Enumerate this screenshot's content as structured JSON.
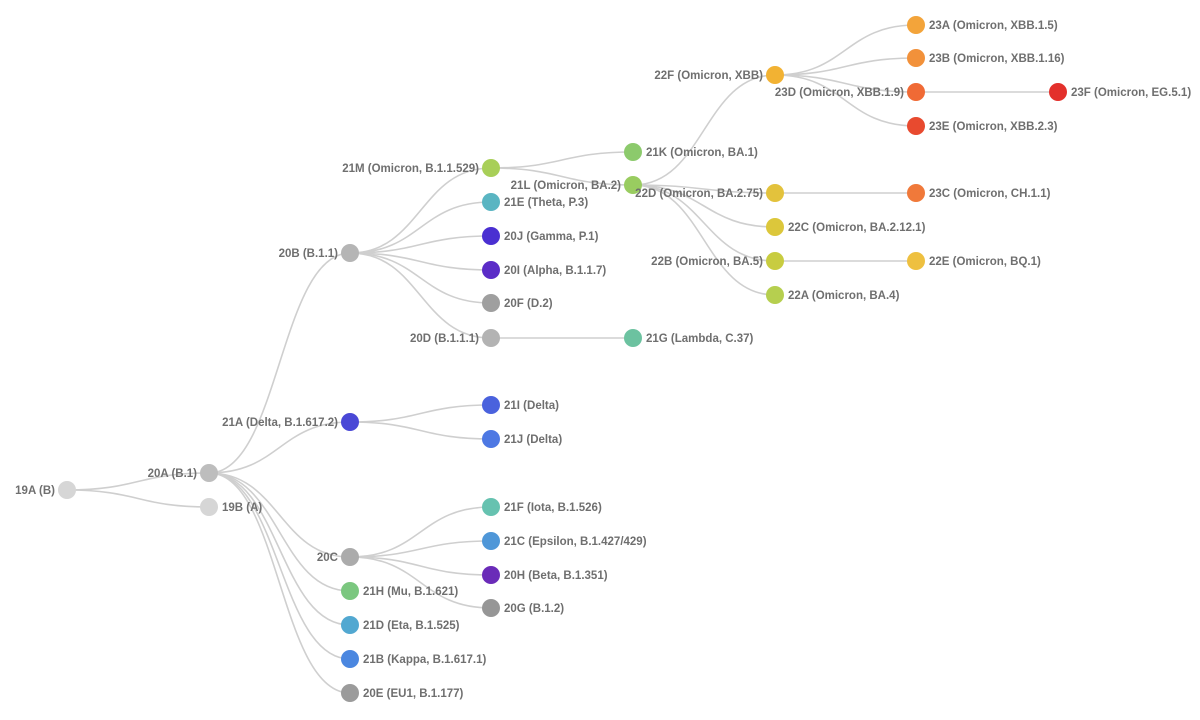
{
  "tree": {
    "nodes": [
      {
        "id": "19A",
        "label": "19A (B)",
        "color": "#d6d6d6",
        "parent": null
      },
      {
        "id": "20A",
        "label": "20A (B.1)",
        "color": "#bdbdbd",
        "parent": "19A"
      },
      {
        "id": "19B",
        "label": "19B (A)",
        "color": "#d6d6d6",
        "parent": "19A"
      },
      {
        "id": "20B",
        "label": "20B (B.1.1)",
        "color": "#b5b5b5",
        "parent": "20A"
      },
      {
        "id": "21A",
        "label": "21A (Delta, B.1.617.2)",
        "color": "#4a48d6",
        "parent": "20A"
      },
      {
        "id": "20C",
        "label": "20C",
        "color": "#ababab",
        "parent": "20A"
      },
      {
        "id": "21H",
        "label": "21H (Mu, B.1.621)",
        "color": "#7bc77f",
        "parent": "20A"
      },
      {
        "id": "21D",
        "label": "21D (Eta, B.1.525)",
        "color": "#52a8d1",
        "parent": "20A"
      },
      {
        "id": "21B",
        "label": "21B (Kappa, B.1.617.1)",
        "color": "#4b87e0",
        "parent": "20A"
      },
      {
        "id": "20E",
        "label": "20E (EU1, B.1.177)",
        "color": "#9b9b9b",
        "parent": "20A"
      },
      {
        "id": "21M",
        "label": "21M (Omicron, B.1.1.529)",
        "color": "#a8cf58",
        "parent": "20B"
      },
      {
        "id": "21E",
        "label": "21E (Theta, P.3)",
        "color": "#5ab5c2",
        "parent": "20B"
      },
      {
        "id": "20J",
        "label": "20J (Gamma, P.1)",
        "color": "#4a2fd1",
        "parent": "20B"
      },
      {
        "id": "20I",
        "label": "20I (Alpha, B.1.1.7)",
        "color": "#5b2cc7",
        "parent": "20B"
      },
      {
        "id": "20F",
        "label": "20F (D.2)",
        "color": "#9f9f9f",
        "parent": "20B"
      },
      {
        "id": "20D",
        "label": "20D (B.1.1.1)",
        "color": "#b3b3b3",
        "parent": "20B"
      },
      {
        "id": "21G",
        "label": "21G (Lambda, C.37)",
        "color": "#6cc2a0",
        "parent": "20D"
      },
      {
        "id": "21I",
        "label": "21I (Delta)",
        "color": "#4a62dd",
        "parent": "21A"
      },
      {
        "id": "21J",
        "label": "21J (Delta)",
        "color": "#4d78e3",
        "parent": "21A"
      },
      {
        "id": "21F",
        "label": "21F (Iota, B.1.526)",
        "color": "#66c2b0",
        "parent": "20C"
      },
      {
        "id": "21C",
        "label": "21C (Epsilon, B.1.427/429)",
        "color": "#4f97d8",
        "parent": "20C"
      },
      {
        "id": "20H",
        "label": "20H (Beta, B.1.351)",
        "color": "#6a2bb8",
        "parent": "20C"
      },
      {
        "id": "20G",
        "label": "20G (B.1.2)",
        "color": "#969696",
        "parent": "20C"
      },
      {
        "id": "21K",
        "label": "21K (Omicron, BA.1)",
        "color": "#8cca6c",
        "parent": "21M"
      },
      {
        "id": "21L",
        "label": "21L (Omicron, BA.2)",
        "color": "#99cc60",
        "parent": "21M"
      },
      {
        "id": "22F",
        "label": "22F (Omicron, XBB)",
        "color": "#f2b233",
        "parent": "21L"
      },
      {
        "id": "22D",
        "label": "22D (Omicron, BA.2.75)",
        "color": "#e3c23c",
        "parent": "21L"
      },
      {
        "id": "22C",
        "label": "22C (Omicron, BA.2.12.1)",
        "color": "#dcc73b",
        "parent": "21L"
      },
      {
        "id": "22B",
        "label": "22B (Omicron, BA.5)",
        "color": "#c8cc40",
        "parent": "21L"
      },
      {
        "id": "22A",
        "label": "22A (Omicron, BA.4)",
        "color": "#b6cf4f",
        "parent": "21L"
      },
      {
        "id": "23A",
        "label": "23A (Omicron, XBB.1.5)",
        "color": "#f3a43a",
        "parent": "22F"
      },
      {
        "id": "23B",
        "label": "23B (Omicron, XBB.1.16)",
        "color": "#f2913a",
        "parent": "22F"
      },
      {
        "id": "23D",
        "label": "23D (Omicron, XBB.1.9)",
        "color": "#f06a35",
        "parent": "22F"
      },
      {
        "id": "23E",
        "label": "23E (Omicron, XBB.2.3)",
        "color": "#e84a2f",
        "parent": "22F"
      },
      {
        "id": "23F",
        "label": "23F (Omicron, EG.5.1)",
        "color": "#e3302b",
        "parent": "23D"
      },
      {
        "id": "23C",
        "label": "23C (Omicron, CH.1.1)",
        "color": "#f0793a",
        "parent": "22D"
      },
      {
        "id": "22E",
        "label": "22E (Omicron, BQ.1)",
        "color": "#eec040",
        "parent": "22B"
      }
    ]
  }
}
